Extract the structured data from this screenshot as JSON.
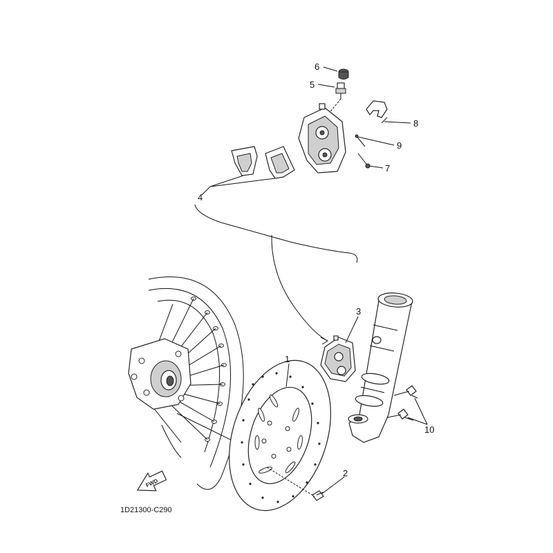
{
  "diagram": {
    "part_code": "1D21300-C290",
    "fwd_label": "FWD",
    "callouts": [
      {
        "id": "1",
        "label": "1"
      },
      {
        "id": "2",
        "label": "2"
      },
      {
        "id": "3",
        "label": "3"
      },
      {
        "id": "4",
        "label": "4"
      },
      {
        "id": "5",
        "label": "5"
      },
      {
        "id": "6",
        "label": "6"
      },
      {
        "id": "7",
        "label": "7"
      },
      {
        "id": "8",
        "label": "8"
      },
      {
        "id": "9",
        "label": "9"
      },
      {
        "id": "10",
        "label": "10"
      }
    ]
  }
}
